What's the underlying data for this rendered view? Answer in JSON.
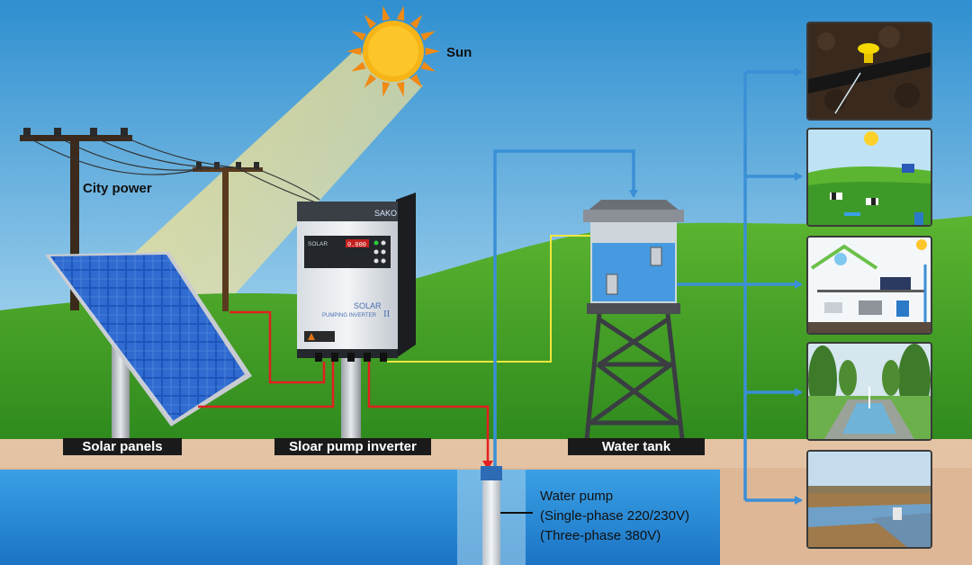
{
  "labels": {
    "sun": "Sun",
    "city_power": "City power",
    "solar_panels": "Solar panels",
    "inverter": "Sloar pump inverter",
    "water_tank": "Water tank",
    "water_pump": "Water pump",
    "single_phase": "(Single-phase 220/230V)",
    "three_phase": "(Three-phase 380V)"
  },
  "inverter_device": {
    "brand": "SAKO",
    "screen_title": "SOLAR",
    "display_value": "0.000",
    "front_text_1": "SOLAR",
    "front_text_2": "PUMPING INVERTER",
    "roman": "II"
  },
  "applications": [
    {
      "name": "drip-irrigation"
    },
    {
      "name": "livestock-farm"
    },
    {
      "name": "household-supply"
    },
    {
      "name": "garden-fountain"
    },
    {
      "name": "field-irrigation"
    }
  ],
  "colors": {
    "sky_top": "#2f8fd0",
    "sky_bottom": "#d8eef8",
    "grass": "#3d9a24",
    "soil": "#e4c3a4",
    "water": "#1f86d6",
    "water_line": "#3a8fd6",
    "dc_line": "#e02020",
    "signal_line": "#f2e640"
  }
}
